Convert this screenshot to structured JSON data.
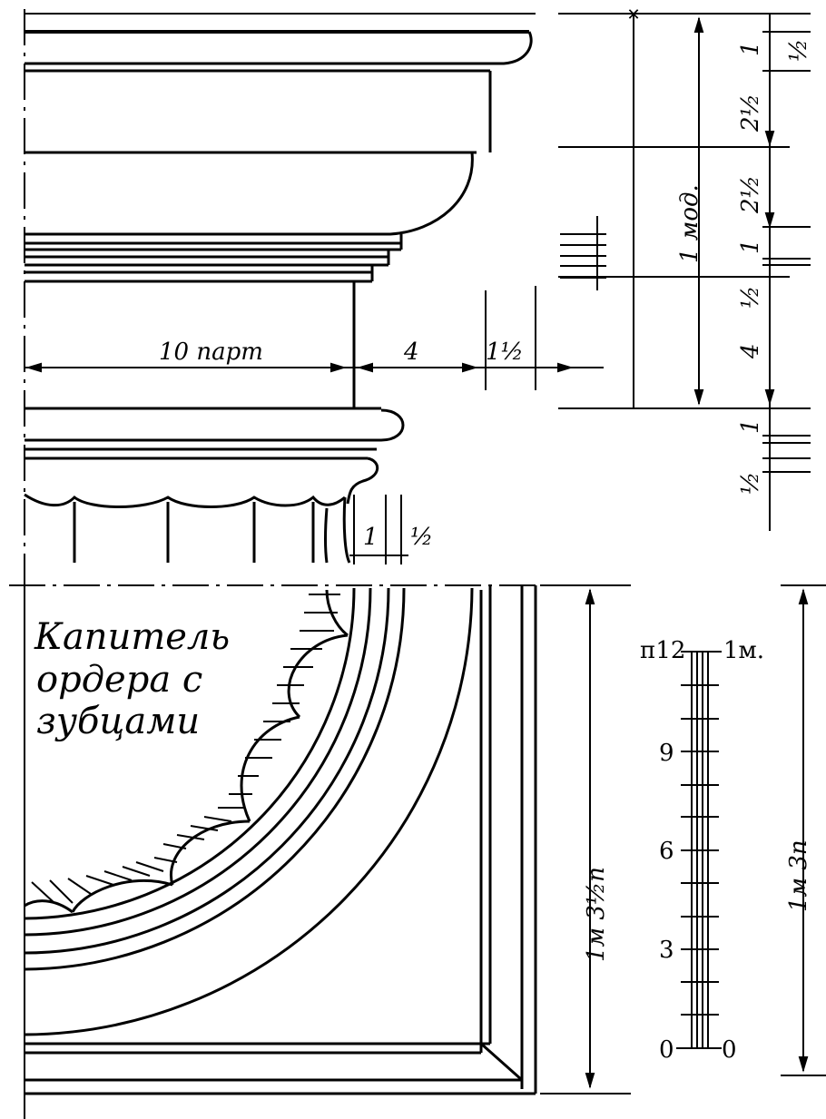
{
  "title": {
    "line1": "Капитель",
    "line2": "ордера с",
    "line3": "зубцами"
  },
  "elevation": {
    "horizontal_dims": {
      "parts_10": "10 парт",
      "four": "4",
      "one_half_1": "1½",
      "flute_one": "1",
      "flute_half": "½"
    },
    "vertical_dims": {
      "module": "1 мод.",
      "d1": "1",
      "d2": "½",
      "d3": "2½",
      "d4": "2½",
      "d5": "1",
      "d6": "½",
      "d7": "4",
      "d8": "1",
      "d9": "½"
    }
  },
  "plan": {
    "dim_left": "1м 3½п",
    "dim_right": "1м 3п"
  },
  "scale": {
    "top_left": "п12",
    "top_right": "1м.",
    "tick_9": "9",
    "tick_6": "6",
    "tick_3": "3",
    "bottom_left": "0",
    "bottom_right": "0"
  }
}
